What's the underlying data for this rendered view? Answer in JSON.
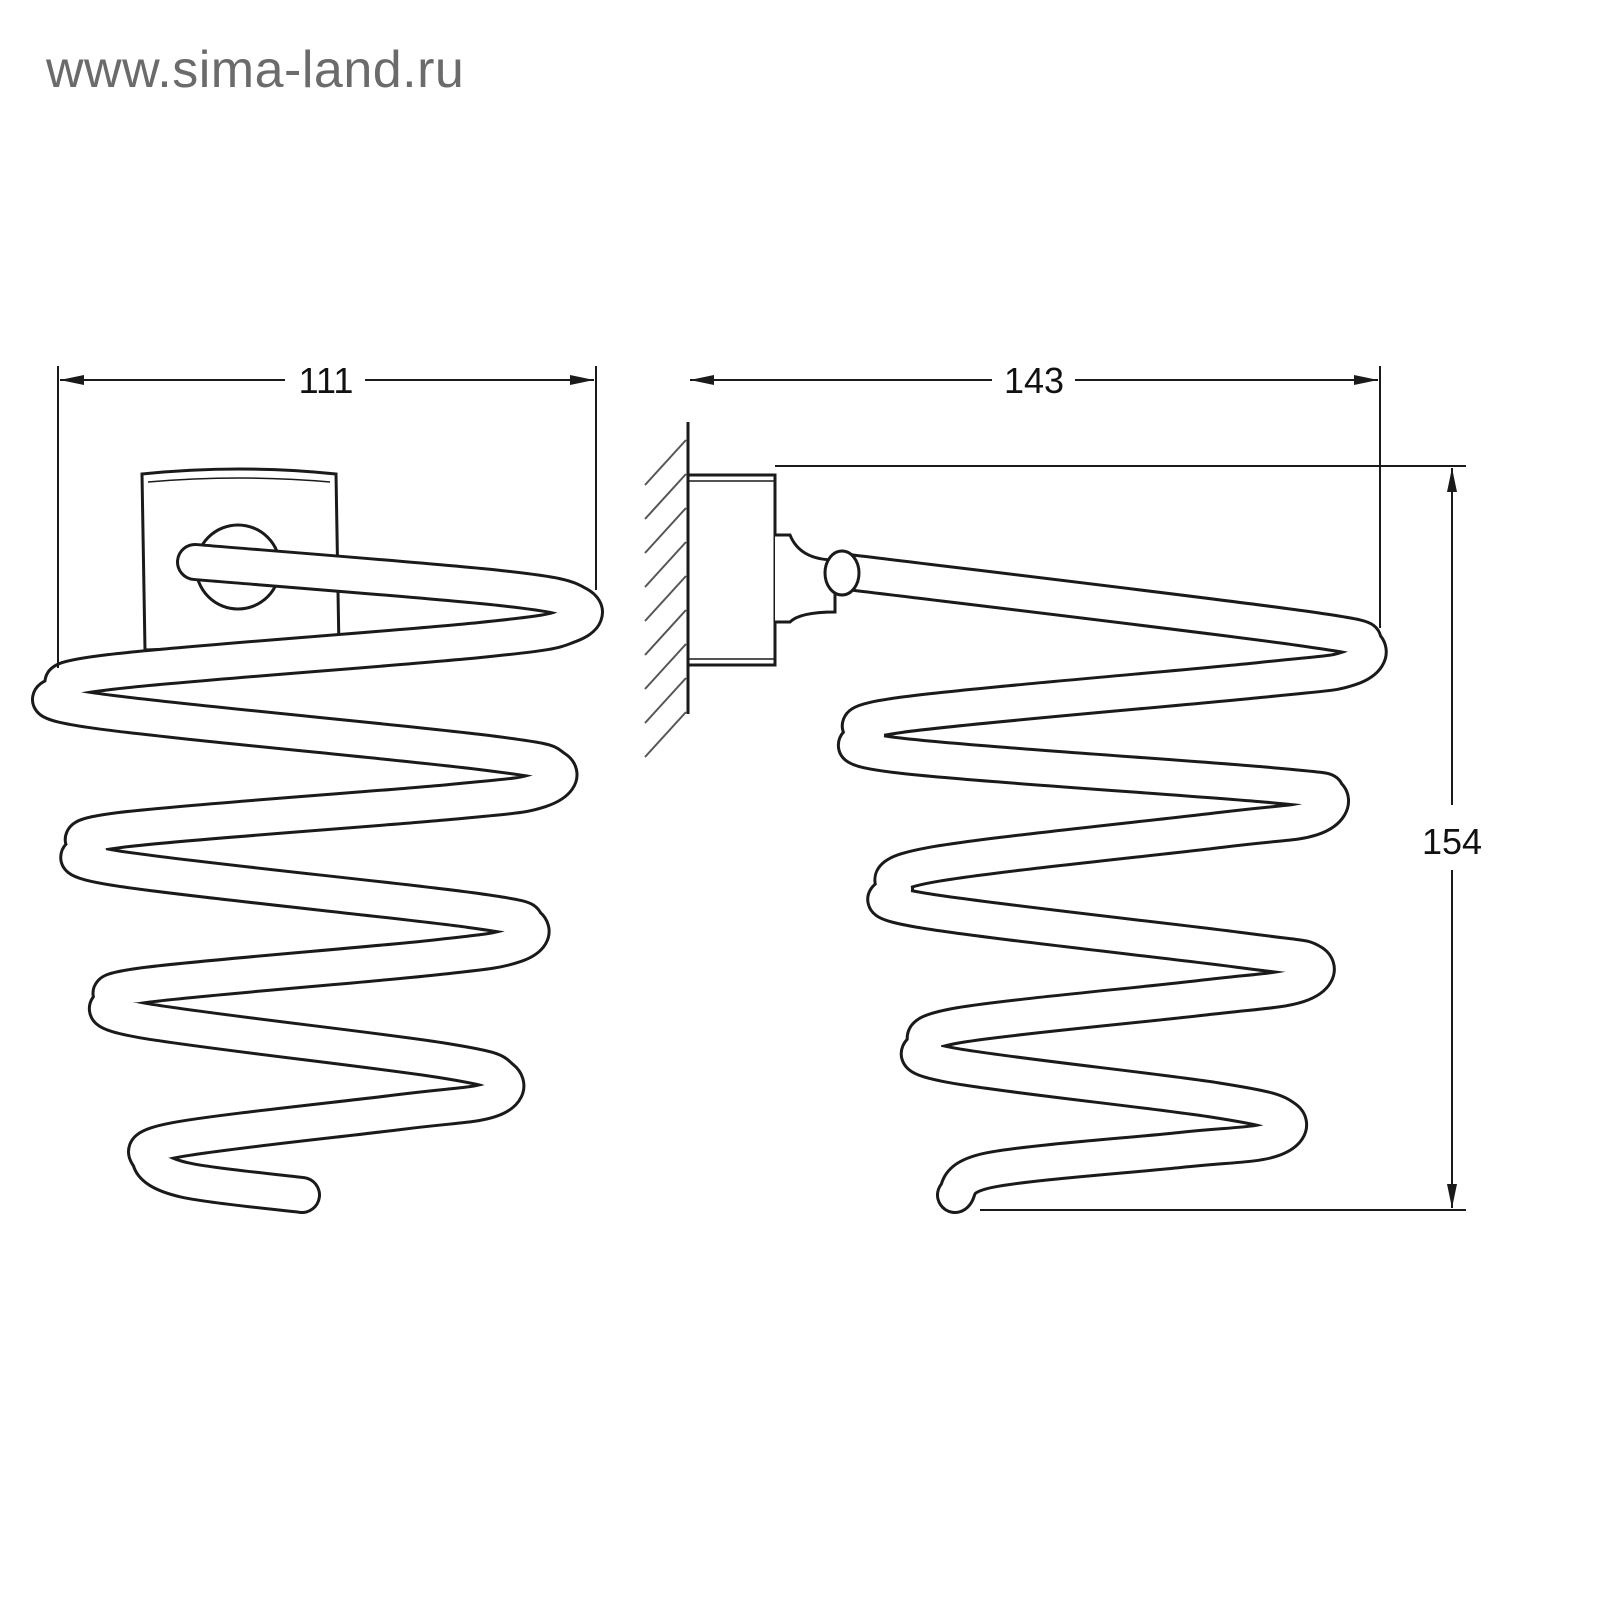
{
  "watermark": "www.sima-land.ru",
  "dimensions": {
    "width_front": "111",
    "depth_side": "143",
    "height_side": "154"
  },
  "colors": {
    "line": "#1a1a1a",
    "watermark": "#6b6b6b",
    "background": "#ffffff"
  }
}
